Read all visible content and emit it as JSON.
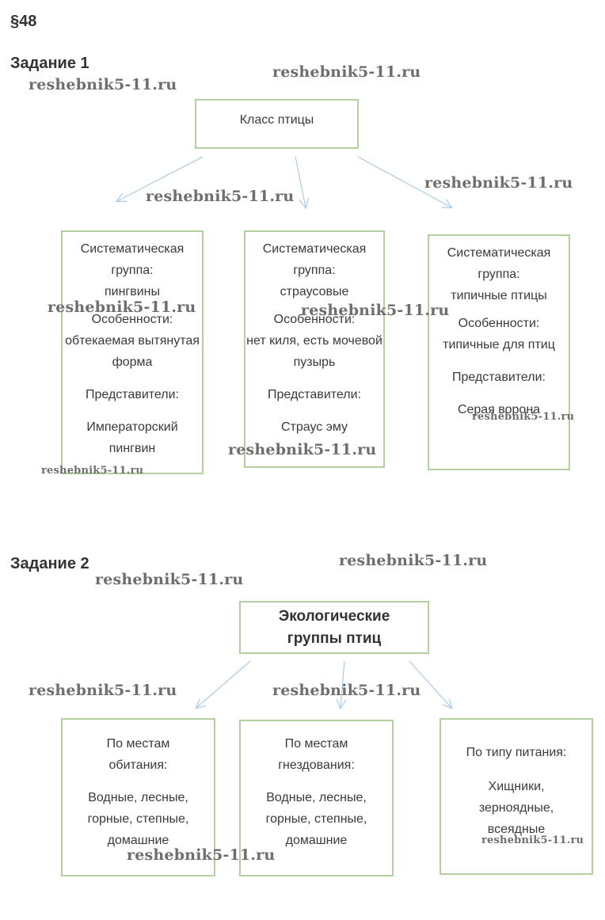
{
  "section": "§48",
  "task1": {
    "heading": "Задание 1",
    "root": "Класс птицы",
    "groups": [
      {
        "label": "Систематическая группа:",
        "group": "пингвины",
        "features_label": "Особенности:",
        "features": "обтекаемая вытянутая форма",
        "reps_label": "Представители:",
        "reps": "Императорский пингвин"
      },
      {
        "label": "Систематическая группа:",
        "group": "страусовые",
        "features_label": "Особенности:",
        "features": "нет киля, есть мочевой пузырь",
        "reps_label": "Представители:",
        "reps": "Страус эму"
      },
      {
        "label": "Систематическая группа:",
        "group": "типичные птицы",
        "features_label": "Особенности:",
        "features": "типичные для птиц",
        "reps_label": "Представители:",
        "reps": "Серая ворона"
      }
    ]
  },
  "task2": {
    "heading": "Задание 2",
    "root": "Экологические группы птиц",
    "groups": [
      {
        "label": "По местам обитания:",
        "items": "Водные, лесные, горные, степные, домашние"
      },
      {
        "label": "По местам гнездования:",
        "items": "Водные, лесные, горные, степные, домашние"
      },
      {
        "label": "По типу питания:",
        "items": "Хищники, зерноядные, всеядные"
      }
    ]
  },
  "watermark": "reshebnik5-11.ru",
  "colors": {
    "box_border": "#b2d19f",
    "arrow": "#a9cbe8",
    "text": "#333333"
  }
}
